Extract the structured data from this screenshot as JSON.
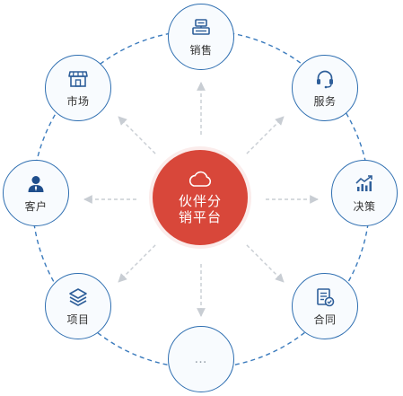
{
  "hub": {
    "line1": "伙伴分",
    "line2": "销平台",
    "icon": "cloud-icon"
  },
  "nodes": [
    {
      "label": "销售",
      "icon": "cash-register-icon"
    },
    {
      "label": "服务",
      "icon": "headset-icon"
    },
    {
      "label": "决策",
      "icon": "chart-trend-icon"
    },
    {
      "label": "合同",
      "icon": "contract-check-icon"
    },
    {
      "label": "…",
      "icon": ""
    },
    {
      "label": "项目",
      "icon": "layers-icon"
    },
    {
      "label": "客户",
      "icon": "user-icon"
    },
    {
      "label": "市场",
      "icon": "storefront-icon"
    }
  ],
  "colors": {
    "hub": "#d8473a",
    "node_border": "#2f6fb1",
    "node_fill": "#f8fbfe",
    "icon": "#2f5f9a",
    "ring": "#3b7bbd",
    "arrow": "#c8cdd3"
  }
}
